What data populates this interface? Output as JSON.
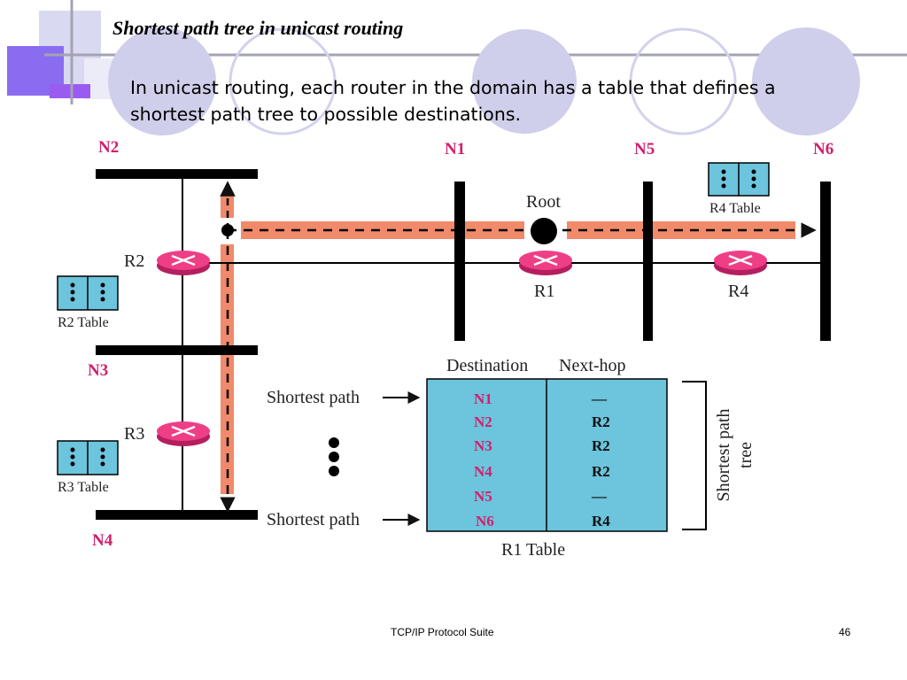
{
  "slide": {
    "title": "Shortest path tree in unicast routing",
    "body_line1": "In unicast routing, each router in the domain has a table that defines a",
    "body_line2": "shortest path tree to possible destinations.",
    "footer": "TCP/IP Protocol Suite",
    "page_number": "46"
  },
  "diagram": {
    "networks": {
      "n1": "N1",
      "n2": "N2",
      "n3": "N3",
      "n4": "N4",
      "n5": "N5",
      "n6": "N6"
    },
    "routers": {
      "r1": "R1",
      "r2": "R2",
      "r3": "R3",
      "r4": "R4"
    },
    "root_label": "Root",
    "r2_table_label": "R2 Table",
    "r3_table_label": "R3 Table",
    "r4_table_label": "R4 Table",
    "shortest_path_label": "Shortest path",
    "tree_label_line1": "Shortest path",
    "tree_label_line2": "tree",
    "colors": {
      "path_highlight": "#f08a6a",
      "router_fill": "#ee3f86",
      "table_fill": "#6cc4dd",
      "label_magenta": "#d11f6b"
    }
  },
  "r1_table": {
    "caption": "R1 Table",
    "headers": {
      "destination": "Destination",
      "next_hop": "Next-hop"
    },
    "rows": [
      {
        "destination": "N1",
        "next_hop": "—"
      },
      {
        "destination": "N2",
        "next_hop": "R2"
      },
      {
        "destination": "N3",
        "next_hop": "R2"
      },
      {
        "destination": "N4",
        "next_hop": "R2"
      },
      {
        "destination": "N5",
        "next_hop": "—"
      },
      {
        "destination": "N6",
        "next_hop": "R4"
      }
    ]
  }
}
